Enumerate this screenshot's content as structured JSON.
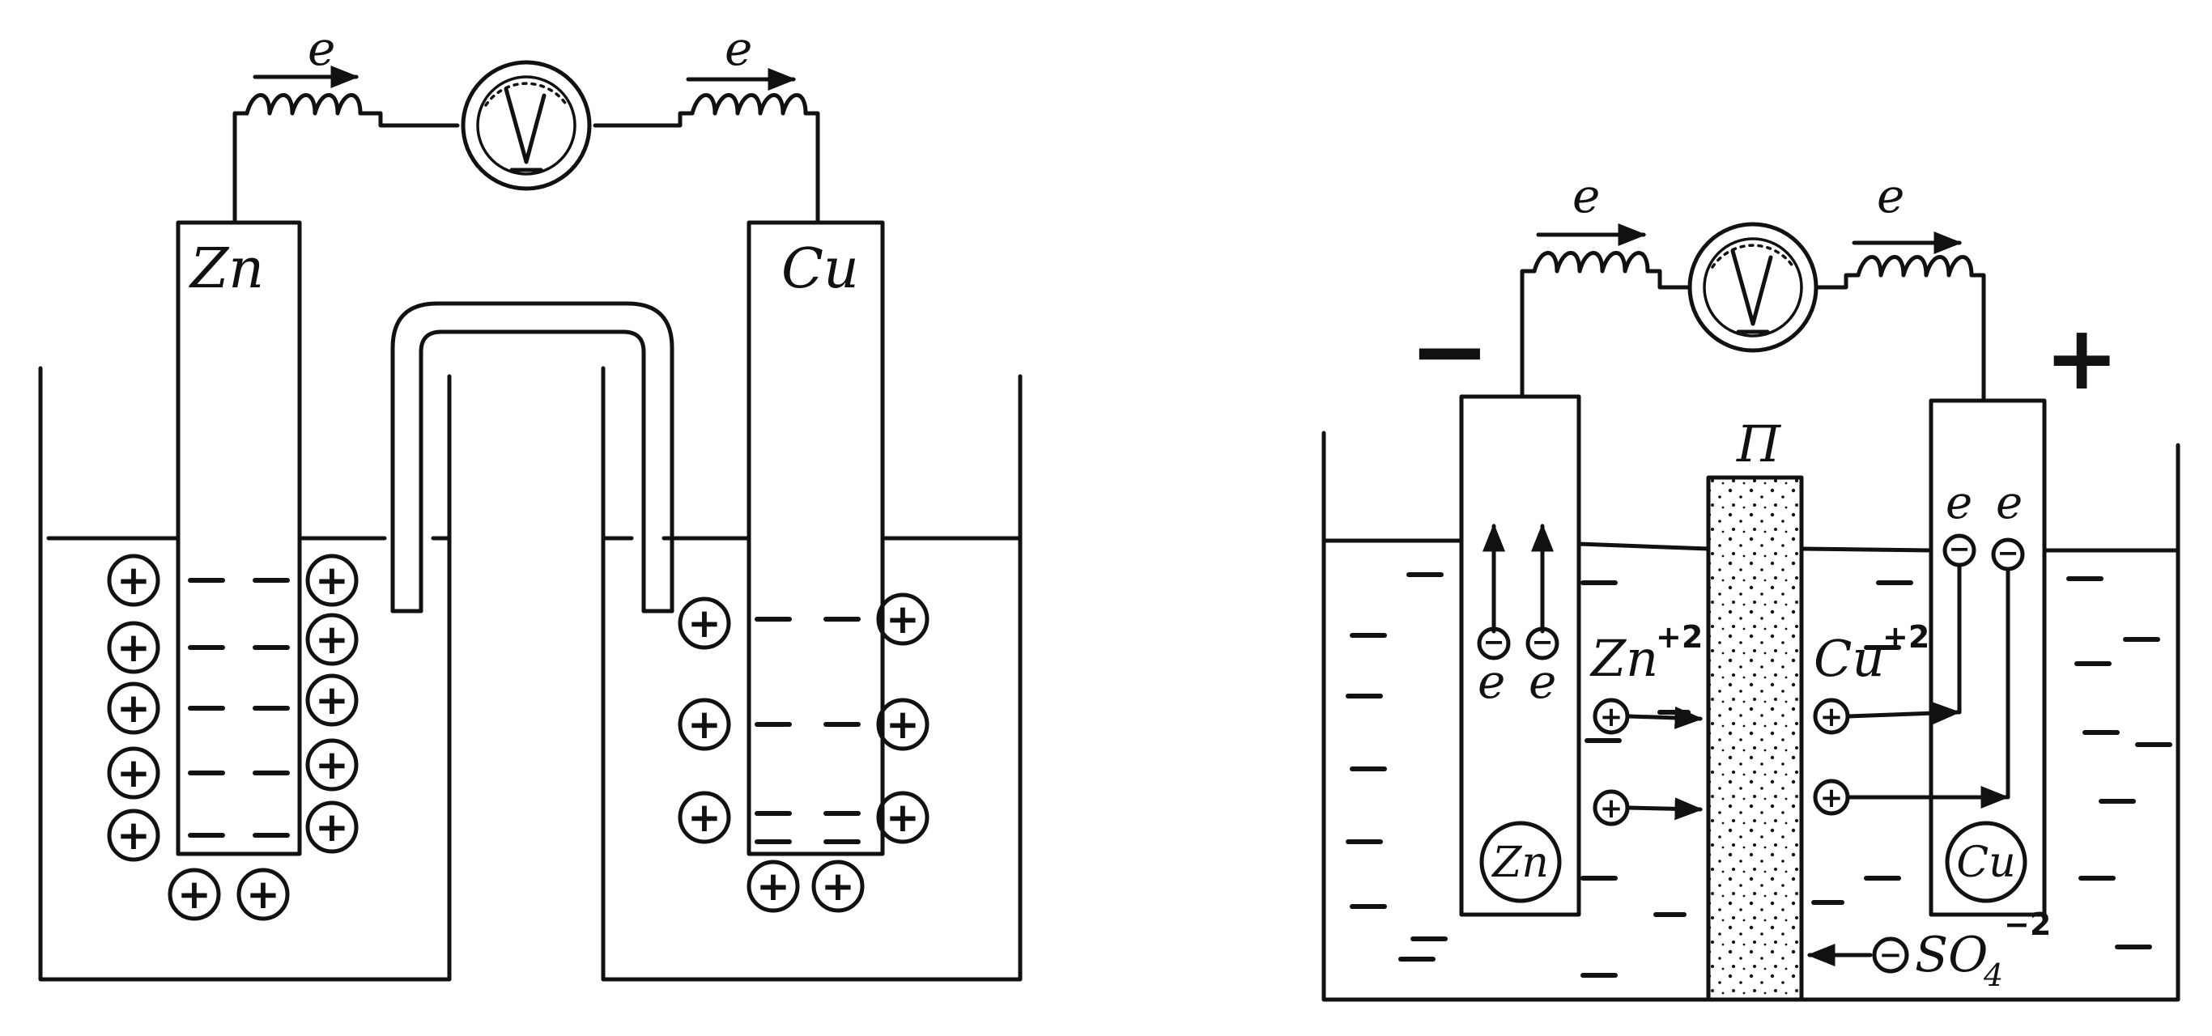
{
  "left_cell": {
    "electron_labels": [
      "e",
      "e"
    ],
    "anode_label": "Zn",
    "cathode_label": "Cu",
    "ion_symbol": "+"
  },
  "right_cell": {
    "electron_labels": [
      "e",
      "e"
    ],
    "minus_sign": "−",
    "plus_sign": "+",
    "membrane_label": "П",
    "anode_inner_electrons": [
      "e",
      "e"
    ],
    "cathode_top_electrons": [
      "e",
      "e"
    ],
    "zn_ion": {
      "symbol": "Zn",
      "charge": "+2"
    },
    "cu_ion": {
      "symbol": "Cu",
      "charge": "+2"
    },
    "sulfate_ion": {
      "symbol": "SO",
      "subscript": "4",
      "charge": "−2"
    },
    "anode_circle_label": "Zn",
    "cathode_circle_label": "Cu",
    "electron_symbol": "−",
    "ion_symbol": "+"
  }
}
